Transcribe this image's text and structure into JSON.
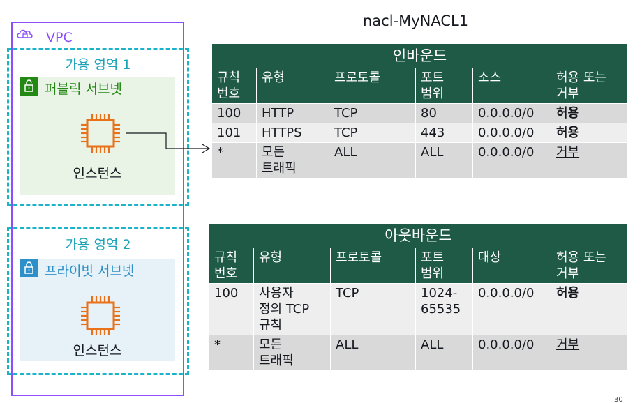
{
  "vpc": {
    "label": "VPC"
  },
  "zones": [
    {
      "title": "가용 영역 1",
      "subnet": "퍼블릭 서브넷",
      "instance": "인스턴스"
    },
    {
      "title": "가용 영역 2",
      "subnet": "프라이빗 서브넷",
      "instance": "인스턴스"
    }
  ],
  "nacl_title": "nacl-MyNACL1",
  "inbound": {
    "title": "인바운드",
    "columns": [
      "규칙\n번호",
      "유형",
      "프로토콜",
      "포트\n범위",
      "소스",
      "허용 또는\n거부"
    ],
    "rows": [
      [
        "100",
        "HTTP",
        "TCP",
        "80",
        "0.0.0.0/0",
        "허용"
      ],
      [
        "101",
        "HTTPS",
        "TCP",
        "443",
        "0.0.0.0/0",
        "허용"
      ],
      [
        "*",
        "모든\n트래픽",
        "ALL",
        "ALL",
        "0.0.0.0/0",
        "거부"
      ]
    ]
  },
  "outbound": {
    "title": "아웃바운드",
    "columns": [
      "규칙\n번호",
      "유형",
      "프로토콜",
      "포트\n범위",
      "대상",
      "허용 또는\n거부"
    ],
    "rows": [
      [
        "100",
        "사용자\n정의 TCP\n규칙",
        "TCP",
        "1024-\n65535",
        "0.0.0.0/0",
        "허용"
      ],
      [
        "*",
        "모든\n트래픽",
        "ALL",
        "ALL",
        "0.0.0.0/0",
        "거부"
      ]
    ]
  },
  "page_number": "30",
  "colors": {
    "vpc_border": "#8c4fff",
    "zone_border": "#1bb3c8",
    "table_header": "#1e5a46",
    "chip": "#e8711a",
    "public_subnet": "#248814",
    "private_subnet": "#2e90c8"
  },
  "icons": {
    "vpc": "cloud-lock-icon",
    "public_subnet": "unlocked-padlock-icon",
    "private_subnet": "locked-padlock-icon",
    "instance": "ec2-chip-icon"
  }
}
